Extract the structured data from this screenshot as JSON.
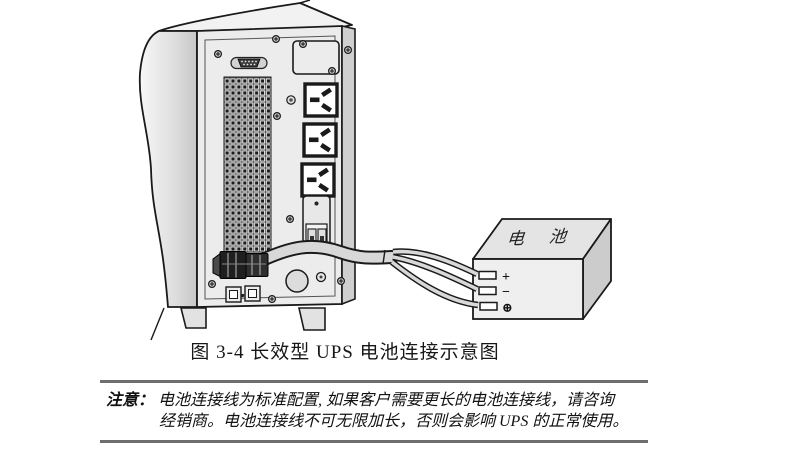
{
  "figure": {
    "caption": "图 3-4  长效型 UPS 电池连接示意图",
    "battery": {
      "label": "电 池",
      "terminals": {
        "positive": "+",
        "negative": "−",
        "ground": "⊕"
      }
    }
  },
  "note": {
    "label": "注意：",
    "line1": "电池连接线为标准配置, 如果客户需要更长的电池连接线，请咨询",
    "line2": "经销商。电池连接线不可无限加长，否则会影响 UPS 的正常使用。"
  },
  "colors": {
    "outline": "#1a1a1a",
    "panel_fill": "#ececec",
    "side_fill": "#d6d6d6",
    "cable_fill": "#d8d8d8",
    "rule": "#6e6e6e"
  }
}
